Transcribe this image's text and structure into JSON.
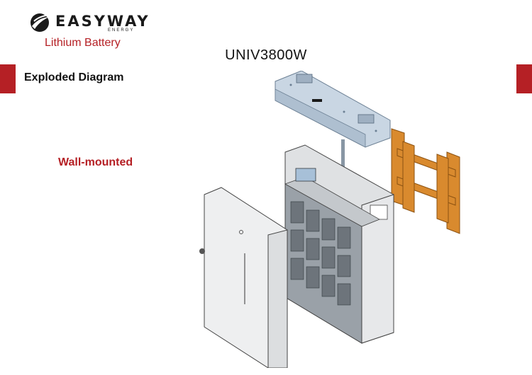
{
  "header": {
    "brand_name": "EASYWAY",
    "brand_sub": "ENERGY",
    "product_line": "Lithium Battery",
    "model": "UNIV3800W"
  },
  "section": {
    "title": "Exploded Diagram",
    "mount_type": "Wall-mounted"
  },
  "colors": {
    "accent_red": "#b52025",
    "bracket_orange": "#d98a2e",
    "cover_blue": "#c9d6e3"
  },
  "icons": {
    "logo": "swoosh-globe-icon"
  }
}
